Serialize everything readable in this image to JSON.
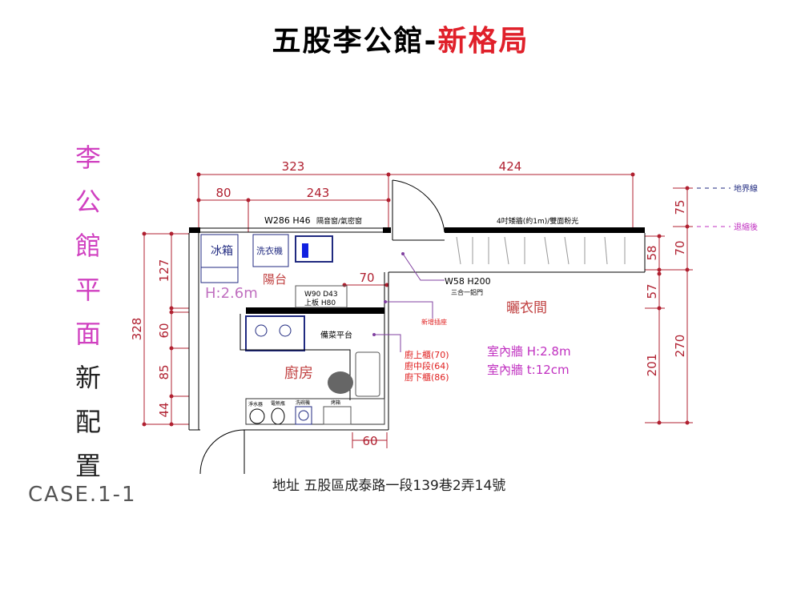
{
  "title": {
    "main": "五股李公館-",
    "highlight": "新格局"
  },
  "side_title": {
    "pink_chars": [
      "李",
      "公",
      "館",
      "平",
      "面"
    ],
    "black_chars": [
      "新",
      "配",
      "置"
    ],
    "case": "CASE.1-1"
  },
  "dimensions": {
    "top": [
      "323",
      "424"
    ],
    "top_sub": [
      "80",
      "243"
    ],
    "left_total": "328",
    "left_sub": [
      "127",
      "60",
      "85",
      "44"
    ],
    "right_inner": [
      "58",
      "57",
      "201"
    ],
    "right_outer": [
      "75",
      "70",
      "270"
    ],
    "balcony_70": "70",
    "bottom_60": "60"
  },
  "labels": {
    "window": "W286  H46",
    "window_note": "隔音窗/氣密窗",
    "wall_note": "4吋矮牆(約1m)/雙面粉光",
    "boundary": "地界線",
    "setback": "退縮後",
    "fridge": "冰箱",
    "washer": "洗衣機",
    "balcony": "陽台",
    "balcony_height": "H:2.6m",
    "cabinet": "W90  D43",
    "cabinet_note": "上板  H80",
    "door": "W58  H200",
    "door_note": "三合一鋁門",
    "outlet": "新增插座",
    "prep": "備菜平台",
    "kitchen": "廚房",
    "cab_upper": "廚上櫃(70)",
    "cab_mid": "廚中段(64)",
    "cab_lower": "廚下櫃(86)",
    "drying_room": "曬衣間",
    "inner_wall_h": "室內牆  H:2.8m",
    "inner_wall_t": "室內牆  t:12cm",
    "app1": "淨水器",
    "app2": "電熱瓶",
    "app3": "洗碗機",
    "app4": "烤箱"
  },
  "address": "地址 五股區成泰路一段139巷2弄14號",
  "colors": {
    "dim": "#b02030",
    "pink": "#c030c0",
    "red": "#e0202a",
    "navy": "#202a80"
  }
}
